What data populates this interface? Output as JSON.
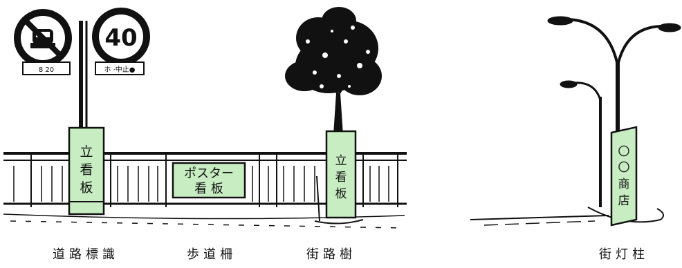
{
  "signs": {
    "speed_limit": "40",
    "plate_left": "8  20",
    "plate_right": "ホ ·中止●"
  },
  "boards": {
    "stand_left": [
      "立",
      "看",
      "板"
    ],
    "poster_line1": "ポスター",
    "poster_line2": "看 板",
    "stand_tree": [
      "立",
      "看",
      "板"
    ],
    "shop": [
      "〇",
      "〇",
      "商",
      "店"
    ]
  },
  "captions": {
    "road_sign": "道路標識",
    "sidewalk_fence": "歩道柵",
    "street_tree": "街路樹",
    "street_light": "街灯柱"
  },
  "colors": {
    "board_fill": "#c8edc2",
    "ink": "#111111",
    "sign_red": "#111111"
  }
}
